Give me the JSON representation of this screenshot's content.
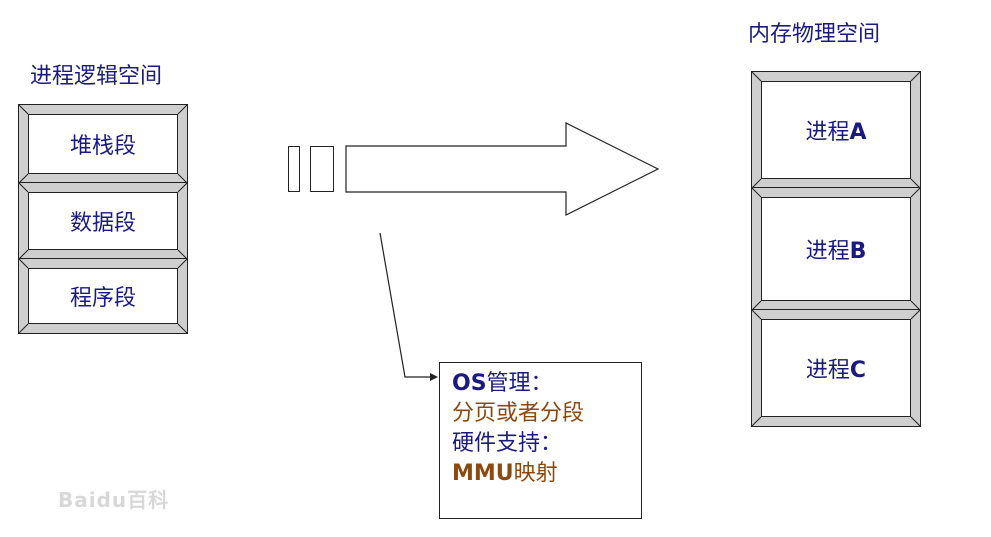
{
  "left": {
    "title": "进程逻辑空间",
    "segments": [
      "堆栈段",
      "数据段",
      "程序段"
    ]
  },
  "right": {
    "title": "内存物理空间",
    "processes": [
      {
        "prefix": "进程",
        "letter": "A"
      },
      {
        "prefix": "进程",
        "letter": "B"
      },
      {
        "prefix": "进程",
        "letter": "C"
      }
    ]
  },
  "note": {
    "line1_bold": "OS",
    "line1_rest": "管理：",
    "line2": "分页或者分段",
    "line3": "硬件支持：",
    "line4_bold": "MMU",
    "line4_rest": "映射"
  },
  "watermark": "Baidu百科",
  "colors": {
    "navy": "#1a1a80",
    "brown": "#8b4a10",
    "bevel": "#cfcfcf"
  }
}
